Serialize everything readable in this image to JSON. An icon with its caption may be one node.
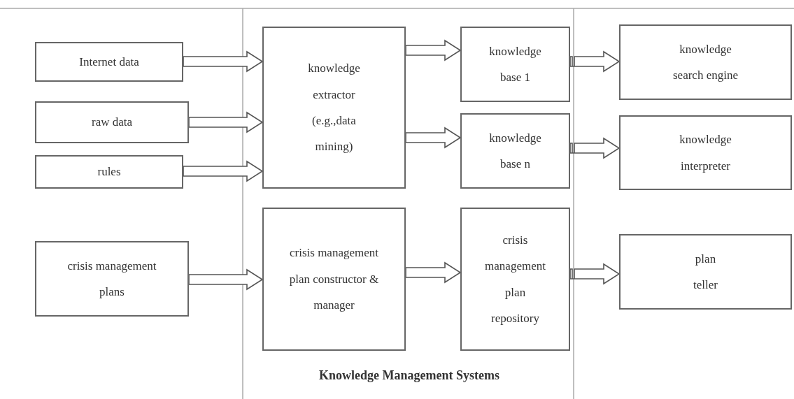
{
  "diagram": {
    "caption": "Knowledge Management Systems",
    "nodes": [
      {
        "text": [
          "Internet data"
        ]
      },
      {
        "text": [
          "raw data"
        ]
      },
      {
        "text": [
          "rules"
        ]
      },
      {
        "text": [
          "crisis management plans"
        ]
      },
      {
        "text": [
          "knowledge extractor (e.g.,data mining)"
        ]
      },
      {
        "text": [
          "knowledge base 1"
        ]
      },
      {
        "text": [
          "knowledge base n"
        ]
      },
      {
        "text": [
          "crisis management plan constructor & manager"
        ]
      },
      {
        "text": [
          "crisis management plan repository"
        ]
      },
      {
        "text": [
          "knowledge search engine"
        ]
      },
      {
        "text": [
          "knowledge interpreter"
        ]
      },
      {
        "text": [
          "plan teller"
        ]
      }
    ],
    "edges": [
      {
        "from": 0,
        "to": 4,
        "arrow": "to"
      },
      {
        "from": 1,
        "to": 4,
        "arrow": "to"
      },
      {
        "from": 2,
        "to": 4,
        "arrow": "to"
      },
      {
        "from": 3,
        "to": 7,
        "arrow": "to"
      },
      {
        "from": 4,
        "to": 5,
        "arrow": "to"
      },
      {
        "from": 4,
        "to": 6,
        "arrow": "to"
      },
      {
        "from": 7,
        "to": 8,
        "arrow": "to"
      },
      {
        "from": 5,
        "to": 9,
        "arrow": "to"
      },
      {
        "from": 6,
        "to": 10,
        "arrow": "to"
      },
      {
        "from": 8,
        "to": 11,
        "arrow": "to"
      }
    ]
  }
}
